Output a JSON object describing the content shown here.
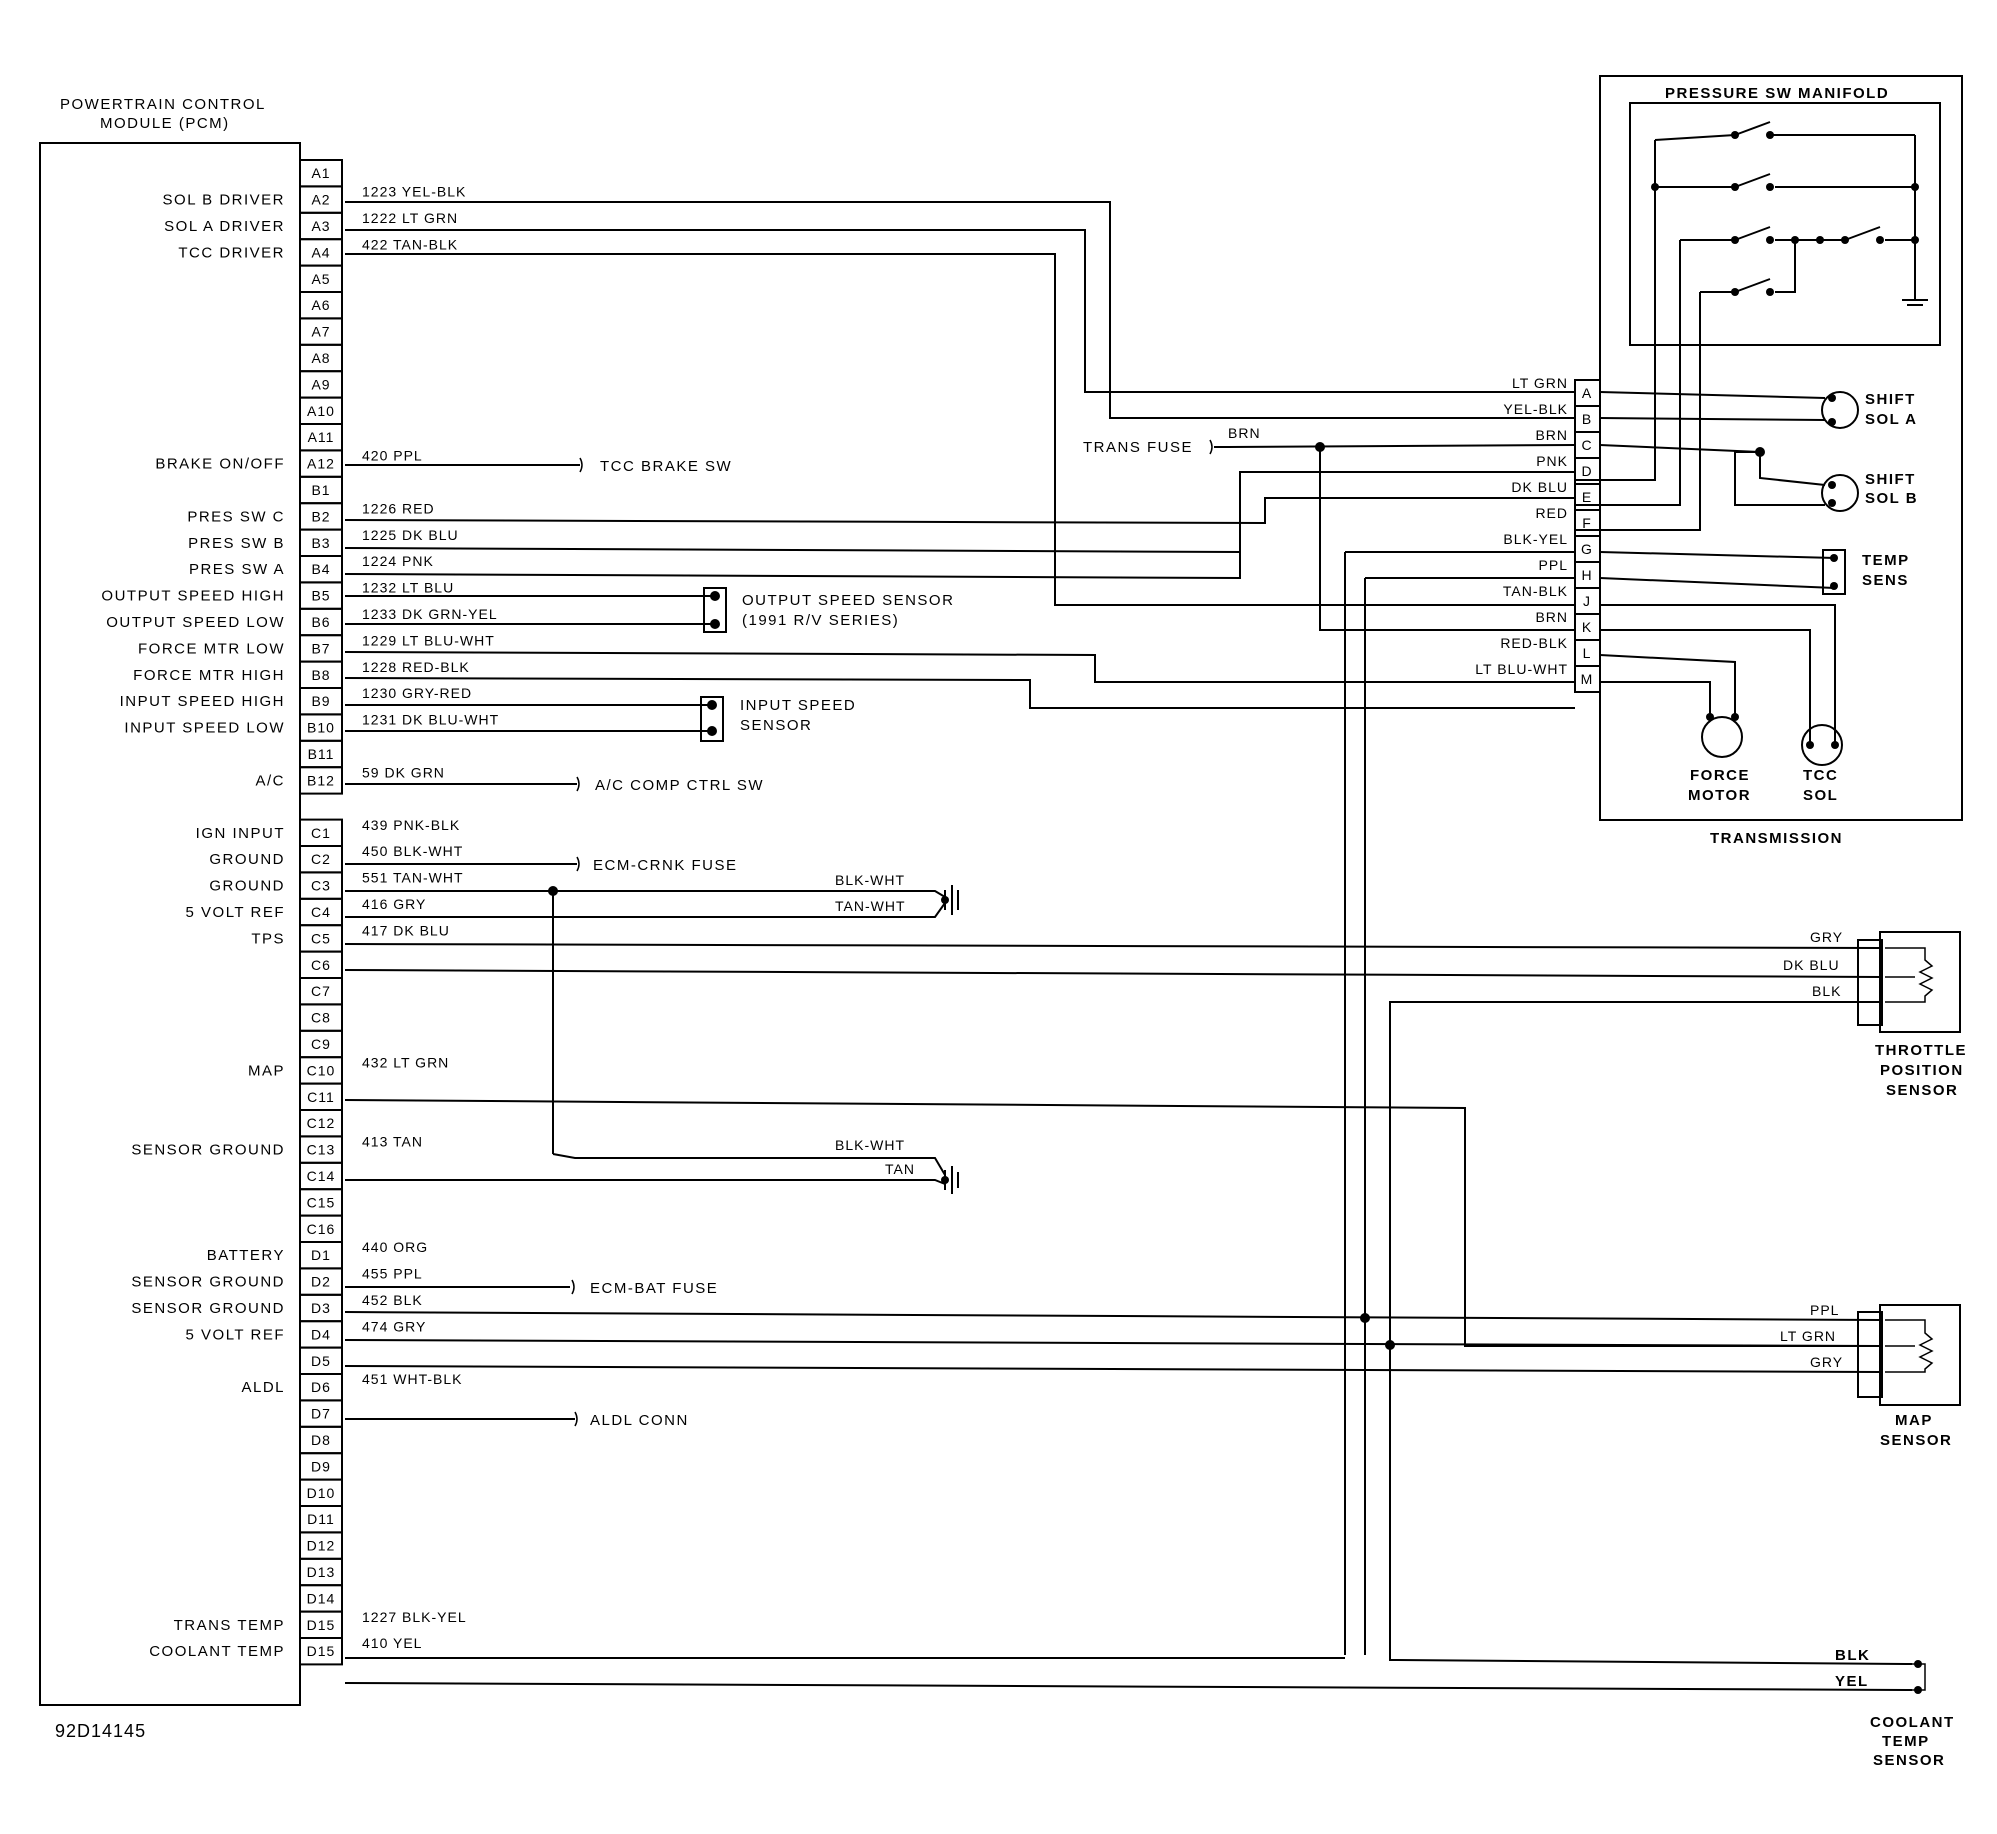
{
  "pcm": {
    "title_line1": "POWERTRAIN CONTROL",
    "title_line2": "MODULE (PCM)"
  },
  "figure_id": "92D14145",
  "pins": [
    {
      "pin": "A1",
      "label": "",
      "wire": ""
    },
    {
      "pin": "A2",
      "label": "SOL B DRIVER",
      "wire": "1223 YEL-BLK"
    },
    {
      "pin": "A3",
      "label": "SOL A DRIVER",
      "wire": "1222 LT GRN"
    },
    {
      "pin": "A4",
      "label": "TCC DRIVER",
      "wire": "422 TAN-BLK"
    },
    {
      "pin": "A5",
      "label": "",
      "wire": ""
    },
    {
      "pin": "A6",
      "label": "",
      "wire": ""
    },
    {
      "pin": "A7",
      "label": "",
      "wire": ""
    },
    {
      "pin": "A8",
      "label": "",
      "wire": ""
    },
    {
      "pin": "A9",
      "label": "",
      "wire": ""
    },
    {
      "pin": "A10",
      "label": "",
      "wire": ""
    },
    {
      "pin": "A11",
      "label": "",
      "wire": ""
    },
    {
      "pin": "A12",
      "label": "BRAKE ON/OFF",
      "wire": "420 PPL"
    },
    {
      "pin": "B1",
      "label": "",
      "wire": ""
    },
    {
      "pin": "B2",
      "label": "PRES SW C",
      "wire": "1226 RED"
    },
    {
      "pin": "B3",
      "label": "PRES SW B",
      "wire": "1225 DK BLU"
    },
    {
      "pin": "B4",
      "label": "PRES SW A",
      "wire": "1224 PNK"
    },
    {
      "pin": "B5",
      "label": "OUTPUT SPEED HIGH",
      "wire": "1232 LT BLU"
    },
    {
      "pin": "B6",
      "label": "OUTPUT SPEED LOW",
      "wire": "1233 DK GRN-YEL"
    },
    {
      "pin": "B7",
      "label": "FORCE MTR LOW",
      "wire": "1229 LT BLU-WHT"
    },
    {
      "pin": "B8",
      "label": "FORCE MTR HIGH",
      "wire": "1228 RED-BLK"
    },
    {
      "pin": "B9",
      "label": "INPUT SPEED HIGH",
      "wire": "1230 GRY-RED"
    },
    {
      "pin": "B10",
      "label": "INPUT SPEED LOW",
      "wire": "1231 DK BLU-WHT"
    },
    {
      "pin": "B11",
      "label": "",
      "wire": ""
    },
    {
      "pin": "B12",
      "label": "A/C",
      "wire": "59 DK GRN"
    },
    {
      "pin": "C1",
      "label": "IGN INPUT",
      "wire": "439 PNK-BLK"
    },
    {
      "pin": "C2",
      "label": "GROUND",
      "wire": "450 BLK-WHT"
    },
    {
      "pin": "C3",
      "label": "GROUND",
      "wire": "551 TAN-WHT"
    },
    {
      "pin": "C4",
      "label": "5 VOLT REF",
      "wire": "416 GRY"
    },
    {
      "pin": "C5",
      "label": "TPS",
      "wire": "417 DK BLU"
    },
    {
      "pin": "C6",
      "label": "",
      "wire": ""
    },
    {
      "pin": "C7",
      "label": "",
      "wire": ""
    },
    {
      "pin": "C8",
      "label": "",
      "wire": ""
    },
    {
      "pin": "C9",
      "label": "",
      "wire": ""
    },
    {
      "pin": "C10",
      "label": "MAP",
      "wire": "432 LT GRN"
    },
    {
      "pin": "C11",
      "label": "",
      "wire": ""
    },
    {
      "pin": "C12",
      "label": "",
      "wire": ""
    },
    {
      "pin": "C13",
      "label": "SENSOR GROUND",
      "wire": "413 TAN"
    },
    {
      "pin": "C14",
      "label": "",
      "wire": ""
    },
    {
      "pin": "C15",
      "label": "",
      "wire": ""
    },
    {
      "pin": "C16",
      "label": "",
      "wire": ""
    },
    {
      "pin": "D1",
      "label": "BATTERY",
      "wire": "440 ORG"
    },
    {
      "pin": "D2",
      "label": "SENSOR GROUND",
      "wire": "455 PPL"
    },
    {
      "pin": "D3",
      "label": "SENSOR GROUND",
      "wire": "452 BLK"
    },
    {
      "pin": "D4",
      "label": "5 VOLT REF",
      "wire": "474 GRY"
    },
    {
      "pin": "D5",
      "label": "",
      "wire": ""
    },
    {
      "pin": "D6",
      "label": "ALDL",
      "wire": "451 WHT-BLK"
    },
    {
      "pin": "D7",
      "label": "",
      "wire": ""
    },
    {
      "pin": "D8",
      "label": "",
      "wire": ""
    },
    {
      "pin": "D9",
      "label": "",
      "wire": ""
    },
    {
      "pin": "D10",
      "label": "",
      "wire": ""
    },
    {
      "pin": "D11",
      "label": "",
      "wire": ""
    },
    {
      "pin": "D12",
      "label": "",
      "wire": ""
    },
    {
      "pin": "D13",
      "label": "",
      "wire": ""
    },
    {
      "pin": "D14",
      "label": "",
      "wire": ""
    },
    {
      "pin": "D15",
      "label": "TRANS TEMP",
      "wire": "1227 BLK-YEL"
    },
    {
      "pin": "D15",
      "label": "COOLANT TEMP",
      "wire": "410 YEL"
    }
  ],
  "ends": {
    "tcc_brake_sw": "TCC BRAKE SW",
    "output_speed_sensor_1": "OUTPUT SPEED SENSOR",
    "output_speed_sensor_2": "(1991 R/V SERIES)",
    "input_speed_sensor_1": "INPUT SPEED",
    "input_speed_sensor_2": "SENSOR",
    "ac_comp_ctrl_sw": "A/C COMP CTRL SW",
    "ecm_crnk_fuse": "ECM-CRNK FUSE",
    "ecm_bat_fuse": "ECM-BAT FUSE",
    "aldl_conn": "ALDL CONN",
    "trans_fuse": "TRANS FUSE",
    "trans_fuse_wire": "BRN"
  },
  "grounds": {
    "g1_wire1": "BLK-WHT",
    "g1_wire2": "TAN-WHT",
    "g2_wire1": "BLK-WHT",
    "g2_wire2": "TAN"
  },
  "transmission": {
    "title": "TRANSMISSION",
    "manifold_title": "PRESSURE SW MANIFOLD",
    "connector_pins": [
      {
        "pin": "A",
        "wire": "LT GRN"
      },
      {
        "pin": "B",
        "wire": "YEL-BLK"
      },
      {
        "pin": "C",
        "wire": "BRN"
      },
      {
        "pin": "D",
        "wire": "PNK"
      },
      {
        "pin": "E",
        "wire": "DK BLU"
      },
      {
        "pin": "F",
        "wire": "RED"
      },
      {
        "pin": "G",
        "wire": "BLK-YEL"
      },
      {
        "pin": "H",
        "wire": "PPL"
      },
      {
        "pin": "J",
        "wire": "TAN-BLK"
      },
      {
        "pin": "K",
        "wire": "BRN"
      },
      {
        "pin": "L",
        "wire": "RED-BLK"
      },
      {
        "pin": "M",
        "wire": "LT BLU-WHT"
      }
    ],
    "shift_sol_a_1": "SHIFT",
    "shift_sol_a_2": "SOL A",
    "shift_sol_b_1": "SHIFT",
    "shift_sol_b_2": "SOL B",
    "temp_sens_1": "TEMP",
    "temp_sens_2": "SENS",
    "force_motor_1": "FORCE",
    "force_motor_2": "MOTOR",
    "tcc_sol_1": "TCC",
    "tcc_sol_2": "SOL"
  },
  "tps": {
    "title_1": "THROTTLE",
    "title_2": "POSITION",
    "title_3": "SENSOR",
    "wires": [
      "GRY",
      "DK BLU",
      "BLK"
    ]
  },
  "map": {
    "title_1": "MAP",
    "title_2": "SENSOR",
    "wires": [
      "PPL",
      "LT GRN",
      "GRY"
    ]
  },
  "coolant": {
    "title_1": "COOLANT",
    "title_2": "TEMP",
    "title_3": "SENSOR",
    "wires": [
      "BLK",
      "YEL"
    ]
  }
}
